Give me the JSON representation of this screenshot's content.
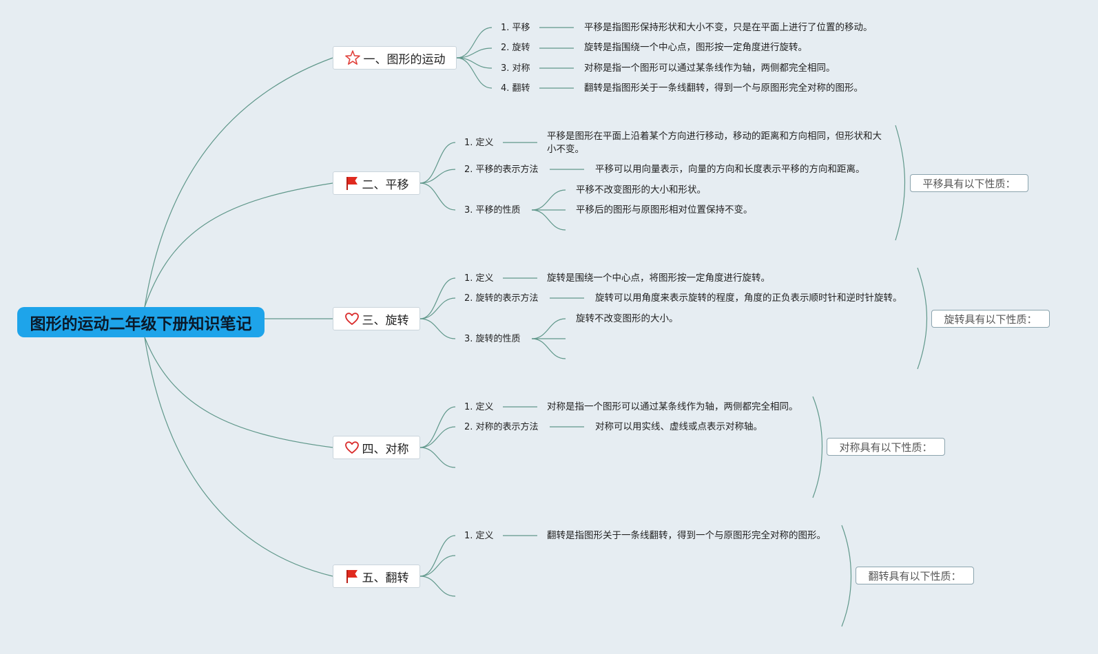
{
  "root": {
    "title": "图形的运动二年级下册知识笔记"
  },
  "colors": {
    "root_bg": "#1ea4ea",
    "line": "#5f978a",
    "star": "#e0403a",
    "flag": "#e02a1f",
    "heart": "#d92a2a"
  },
  "branches": [
    {
      "label": "一、图形的运动",
      "icon": "star-icon",
      "items": [
        {
          "label": "1. 平移",
          "desc": "平移是指图形保持形状和大小不变，只是在平面上进行了位置的移动。"
        },
        {
          "label": "2. 旋转",
          "desc": "旋转是指围绕一个中心点，图形按一定角度进行旋转。"
        },
        {
          "label": "3. 对称",
          "desc": "对称是指一个图形可以通过某条线作为轴，两侧都完全相同。"
        },
        {
          "label": "4. 翻转",
          "desc": "翻转是指图形关于一条线翻转，得到一个与原图形完全对称的图形。"
        }
      ]
    },
    {
      "label": "二、平移",
      "icon": "flag-icon",
      "items": [
        {
          "label": "1. 定义",
          "desc": "平移是图形在平面上沿着某个方向进行移动，移动的距离和方向相同，但形状和大小不变。"
        },
        {
          "label": "2. 平移的表示方法",
          "desc": "平移可以用向量表示，向量的方向和长度表示平移的方向和距离。"
        },
        {
          "label": "3. 平移的性质",
          "subs": [
            "平移不改变图形的大小和形状。",
            "平移后的图形与原图形相对位置保持不变。"
          ]
        }
      ],
      "summary": "平移具有以下性质："
    },
    {
      "label": "三、旋转",
      "icon": "heart-icon",
      "items": [
        {
          "label": "1. 定义",
          "desc": "旋转是围绕一个中心点，将图形按一定角度进行旋转。"
        },
        {
          "label": "2. 旋转的表示方法",
          "desc": "旋转可以用角度来表示旋转的程度，角度的正负表示顺时针和逆时针旋转。"
        },
        {
          "label": "3. 旋转的性质",
          "subs": [
            "旋转不改变图形的大小。"
          ]
        }
      ],
      "summary": "旋转具有以下性质："
    },
    {
      "label": "四、对称",
      "icon": "heart-icon",
      "items": [
        {
          "label": "1. 定义",
          "desc": "对称是指一个图形可以通过某条线作为轴，两侧都完全相同。"
        },
        {
          "label": "2. 对称的表示方法",
          "desc": "对称可以用实线、虚线或点表示对称轴。"
        }
      ],
      "summary": "对称具有以下性质："
    },
    {
      "label": "五、翻转",
      "icon": "flag-icon",
      "items": [
        {
          "label": "1. 定义",
          "desc": "翻转是指图形关于一条线翻转，得到一个与原图形完全对称的图形。"
        }
      ],
      "summary": "翻转具有以下性质："
    }
  ]
}
